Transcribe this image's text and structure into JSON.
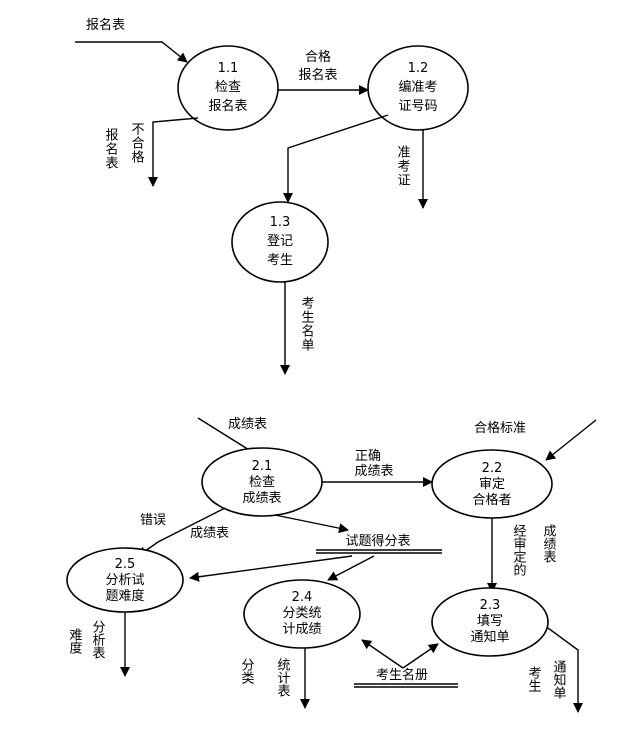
{
  "diagram1": {
    "source_input": "报名表",
    "process_1_1": {
      "id": "1.1",
      "line1": "检查",
      "line2": "报名表"
    },
    "process_1_2": {
      "id": "1.2",
      "line1": "编准考",
      "line2": "证号码"
    },
    "process_1_3": {
      "id": "1.3",
      "line1": "登记",
      "line2": "考生"
    },
    "flow_qualified_line1": "合格",
    "flow_qualified_line2": "报名表",
    "flow_reject_col1": "报名表",
    "flow_reject_col2": "不合格",
    "flow_ticket": "准考证",
    "flow_roster": "考生名单"
  },
  "diagram2": {
    "source_scores": "成绩表",
    "source_standard": "合格标准",
    "process_2_1": {
      "id": "2.1",
      "line1": "检查",
      "line2": "成绩表"
    },
    "process_2_2": {
      "id": "2.2",
      "line1": "审定",
      "line2": "合格者"
    },
    "process_2_3": {
      "id": "2.3",
      "line1": "填写",
      "line2": "通知单"
    },
    "process_2_4": {
      "id": "2.4",
      "line1": "分类统",
      "line2": "计成绩"
    },
    "process_2_5": {
      "id": "2.5",
      "line1": "分析试",
      "line2": "题难度"
    },
    "flow_correct_line1": "正确",
    "flow_correct_line2": "成绩表",
    "flow_error": "错误",
    "flow_scores_to_store": "成绩表",
    "store_item_scores": "试题得分表",
    "store_student_list": "考生名册",
    "flow_approved_col1": "经审定的",
    "flow_approved_col2": "成绩表",
    "flow_analysis_col1": "难度",
    "flow_analysis_col2": "分析表",
    "flow_category_col1": "分类",
    "flow_category_col2": "统计表",
    "flow_notice_col1": "考生",
    "flow_notice_col2": "通知单"
  }
}
